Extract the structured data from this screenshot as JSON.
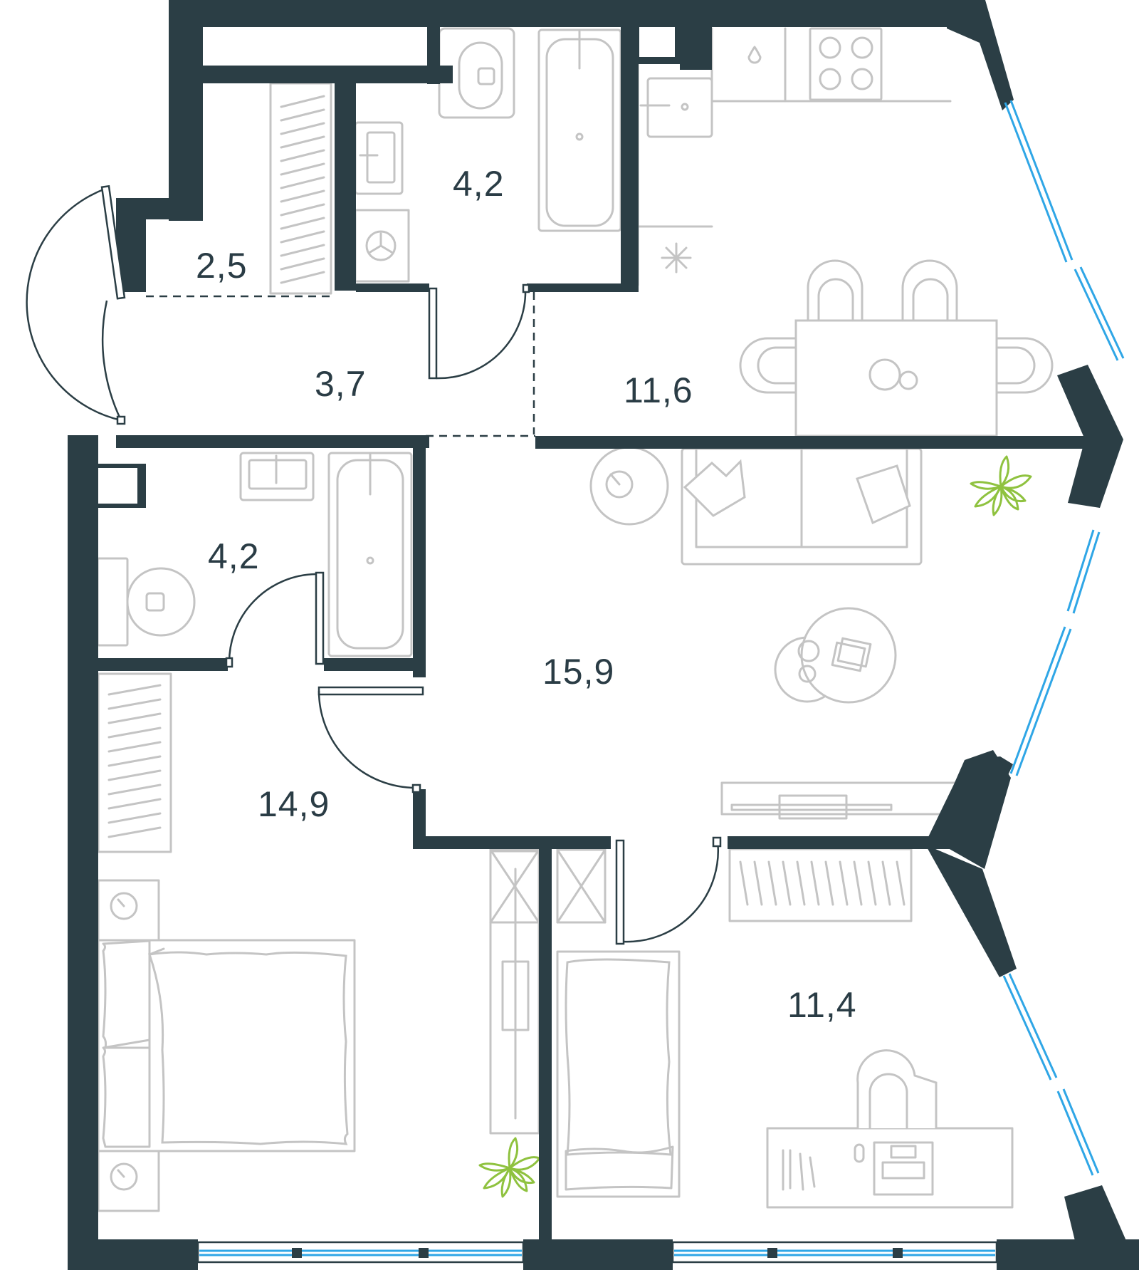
{
  "rooms": [
    {
      "id": "storage",
      "area": "2,5"
    },
    {
      "id": "bathroom-1",
      "area": "4,2"
    },
    {
      "id": "hall",
      "area": "3,7"
    },
    {
      "id": "kitchen",
      "area": "11,6"
    },
    {
      "id": "bathroom-2",
      "area": "4,2"
    },
    {
      "id": "living-room",
      "area": "15,9"
    },
    {
      "id": "bedroom-1",
      "area": "14,9"
    },
    {
      "id": "bedroom-2",
      "area": "11,4"
    }
  ],
  "colors": {
    "wall": "#2b3e45",
    "furniture": "#c4c4c4",
    "window_glass": "#2fa6e6",
    "plant": "#8fc23f",
    "label": "#2a3c45"
  }
}
